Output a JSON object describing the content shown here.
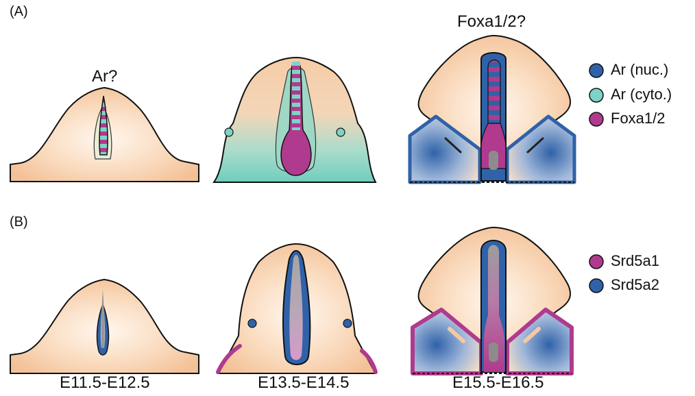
{
  "panels": {
    "a": {
      "label": "(A)",
      "questions": {
        "stage1": "Ar?",
        "stage3": "Foxa1/2?"
      },
      "legend": [
        {
          "label": "Ar (nuc.)",
          "color": "#2f62a8"
        },
        {
          "label": "Ar (cyto.)",
          "color": "#7fd3c6"
        },
        {
          "label": "Foxa1/2",
          "color": "#b03a8e"
        }
      ]
    },
    "b": {
      "label": "(B)",
      "legend": [
        {
          "label": "Srd5a1",
          "color": "#b03a8e"
        },
        {
          "label": "Srd5a2",
          "color": "#2f62a8"
        }
      ]
    }
  },
  "stages": [
    "E11.5-E12.5",
    "E13.5-E14.5",
    "E15.5-E16.5"
  ],
  "colors": {
    "mesenchyme": "#f6c9a0",
    "mesenchyme_light": "#fff5ec",
    "nuclear_blue": "#2f62a8",
    "cyto_teal": "#7fd3c6",
    "foxa_magenta": "#b03a8e",
    "lumen_gray": "#9a9a9a",
    "outline": "#111111"
  }
}
